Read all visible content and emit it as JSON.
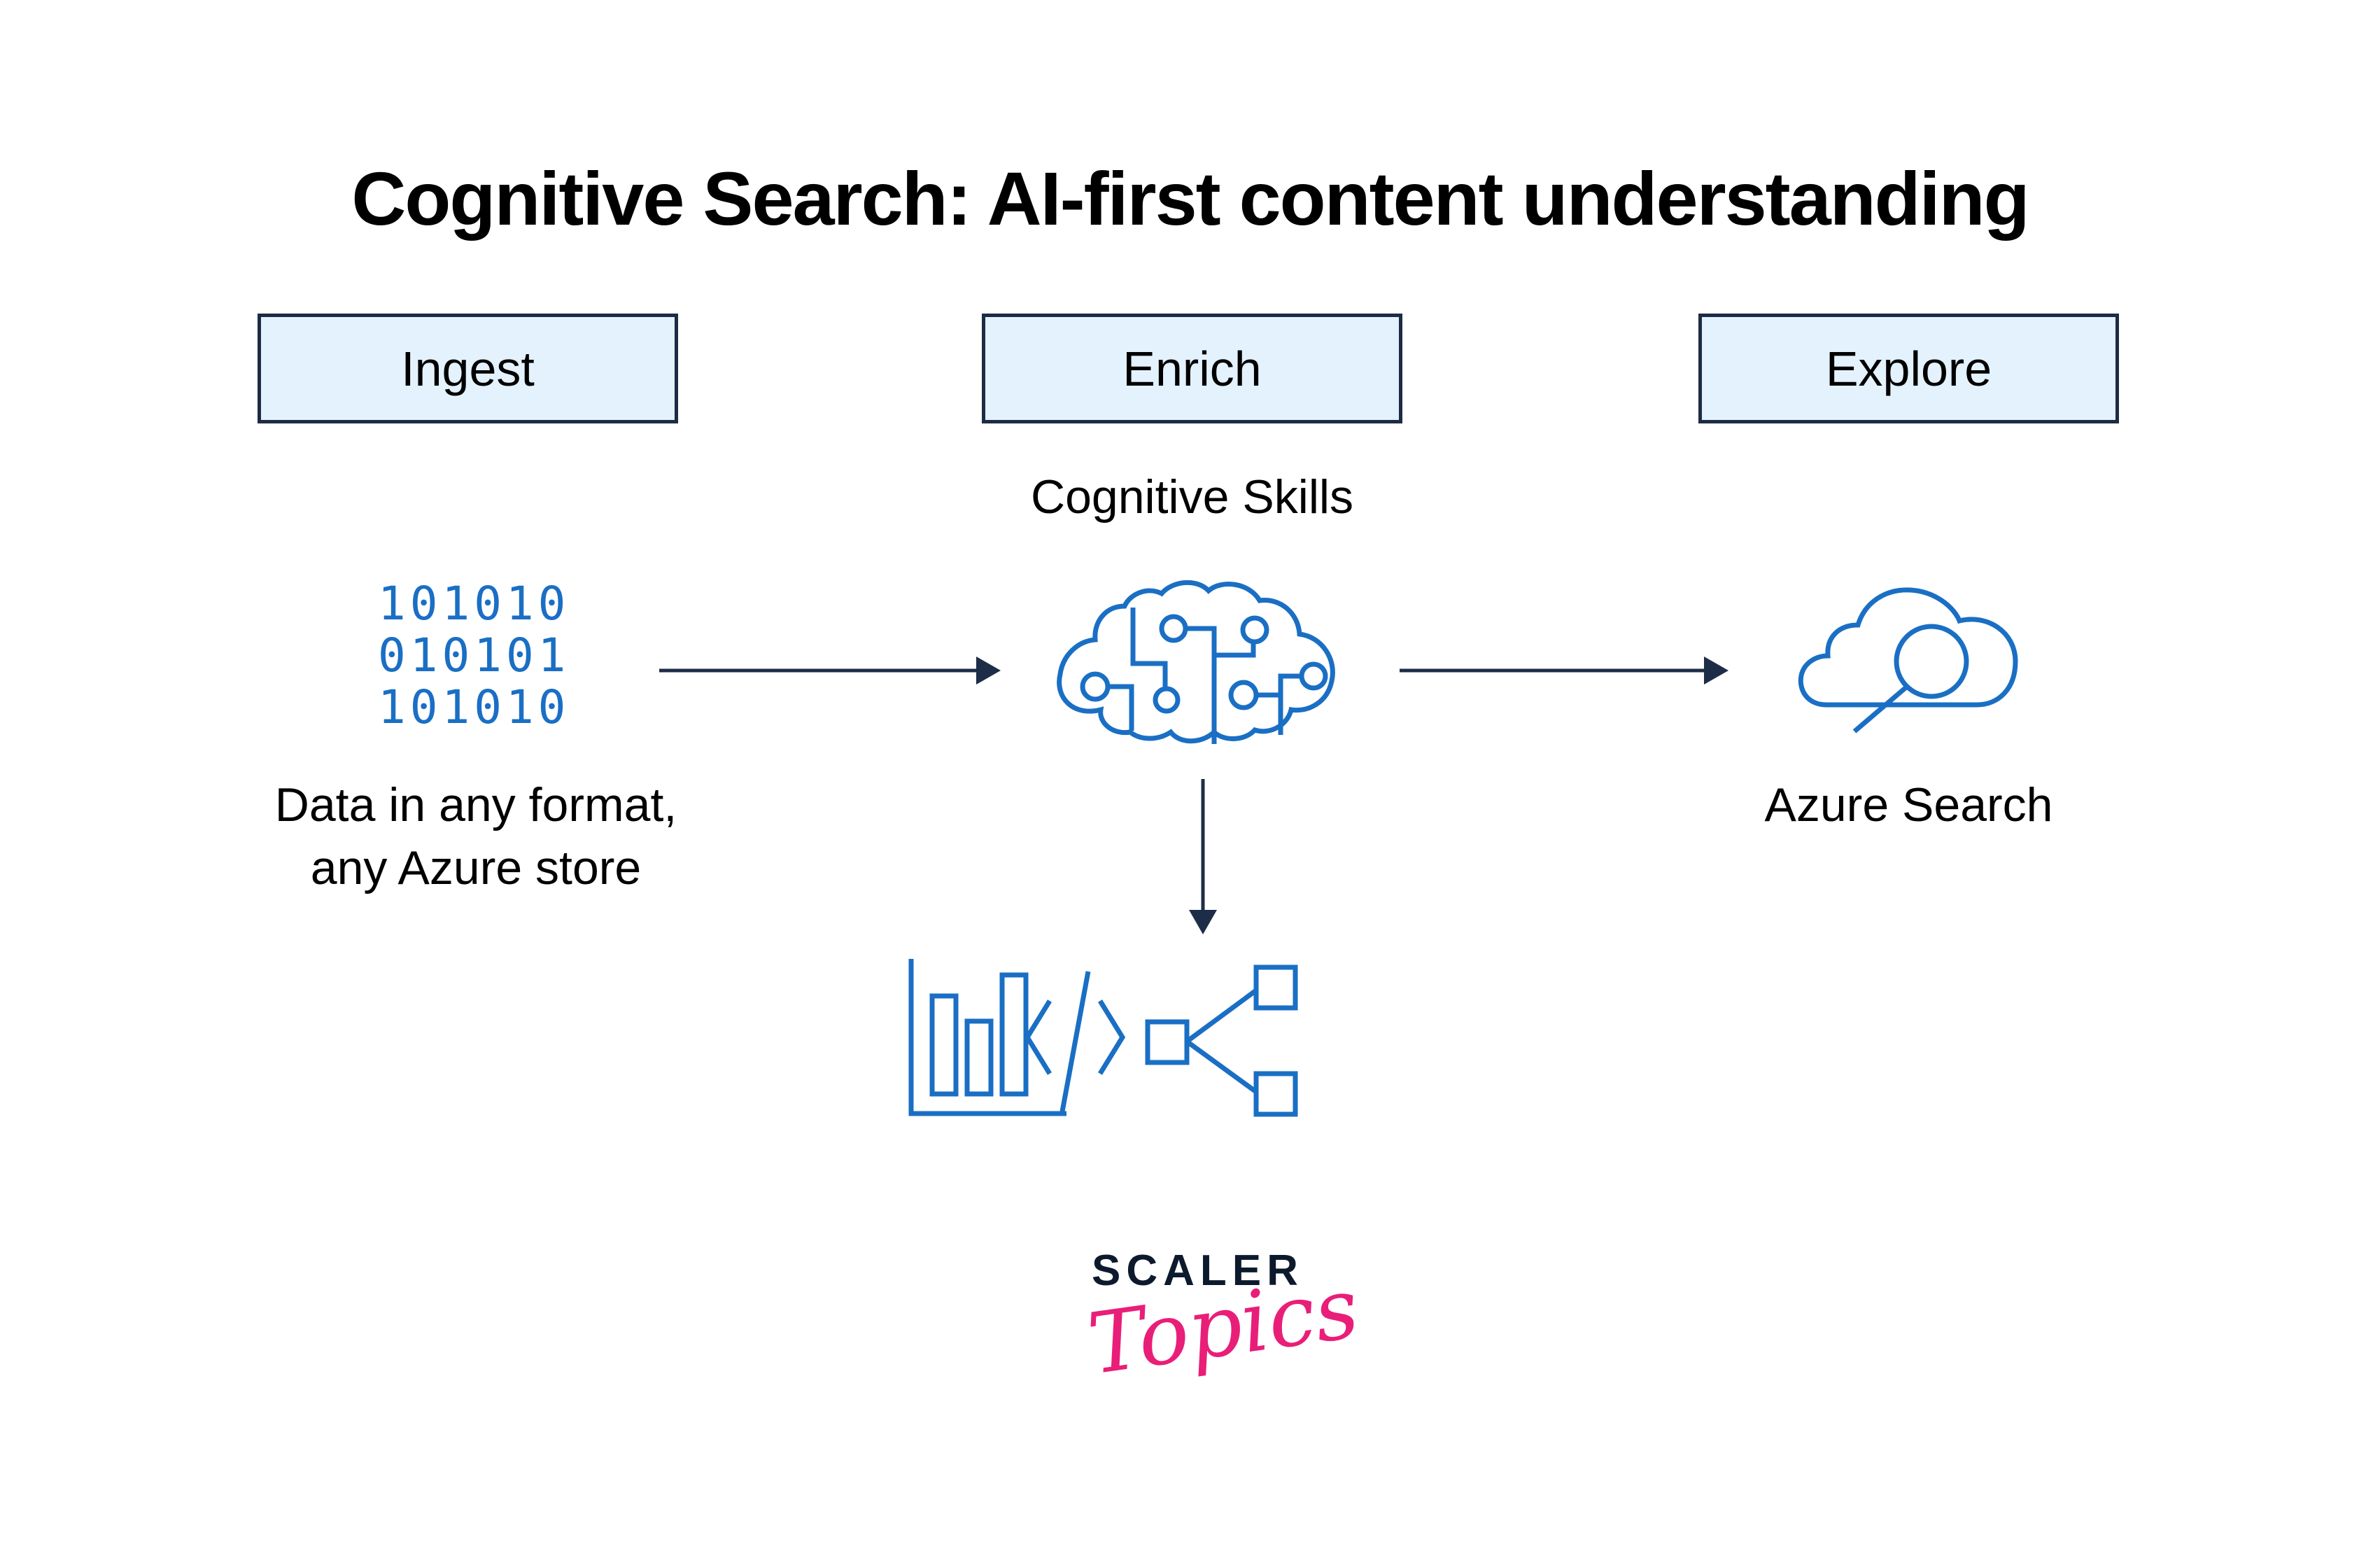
{
  "diagram": {
    "title": "Cognitive Search: AI-first content understanding",
    "stages": [
      {
        "label": "Ingest"
      },
      {
        "label": "Enrich"
      },
      {
        "label": "Explore"
      }
    ],
    "enrich_sublabel": "Cognitive Skills",
    "ingest": {
      "icon": "binary-data-icon",
      "binary_rows": [
        "101010",
        "010101",
        "101010"
      ],
      "caption_line1": "Data in any format,",
      "caption_line2": "any Azure store"
    },
    "enrich": {
      "icon": "brain-circuit-icon"
    },
    "explore": {
      "icon": "cloud-search-icon",
      "caption": "Azure Search"
    },
    "outputs": [
      {
        "icon": "bar-chart-icon"
      },
      {
        "icon": "code-icon"
      },
      {
        "icon": "hierarchy-icon"
      }
    ],
    "edges": [
      {
        "from": "Ingest",
        "to": "Enrich",
        "direction": "right"
      },
      {
        "from": "Enrich",
        "to": "Explore",
        "direction": "right"
      },
      {
        "from": "Enrich",
        "to": "Outputs",
        "direction": "down"
      }
    ],
    "colors": {
      "stage_fill": "#e3f2fd",
      "stage_border": "#1e2b45",
      "icon_blue": "#1a6fc4",
      "arrow": "#1e2d47"
    }
  },
  "branding": {
    "logo_top": "SCALER",
    "logo_bottom": "Topics",
    "colors": {
      "top": "#0d1a2d",
      "bottom": "#e91e78"
    }
  }
}
